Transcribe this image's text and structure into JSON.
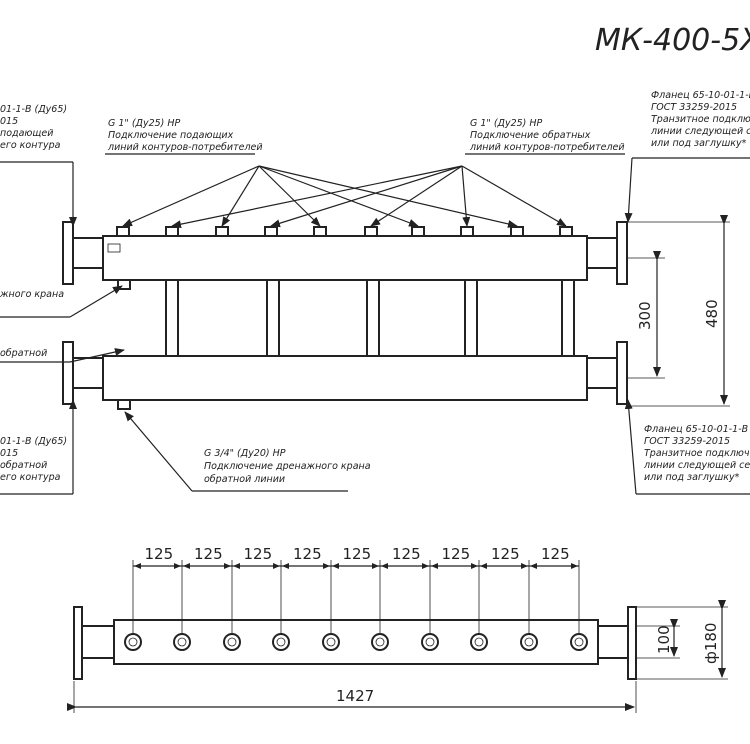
{
  "title": "МК-400-5Х",
  "notes": {
    "left_top": [
      "01-1-В (Ду65)",
      "015",
      "подающей",
      "его контура"
    ],
    "supply": [
      "G 1\" (Ду25) НР",
      "Подключение подающих",
      "линий контуров-потребителей"
    ],
    "return": [
      "G 1\" (Ду25) НР",
      "Подключение обратных",
      "линий контуров-потребителей"
    ],
    "right_top": [
      "Фланец 65-10-01-1-В (",
      "ГОСТ 33259-2015",
      "Транзитное подключе",
      "линии следующей секц",
      "или под заглушку*"
    ],
    "left_drain": "жного крана",
    "left_return_label": "обратной",
    "left_bottom": [
      "01-1-В (Ду65)",
      "015",
      "обратной",
      "его контура"
    ],
    "drain": [
      "G 3/4\" (Ду20) НР",
      "Подключение дренажного крана",
      "обратной линии"
    ],
    "right_bottom": [
      "Фланец 65-10-01-1-В (Д",
      "ГОСТ 33259-2015",
      "Транзитное подключе",
      "линии следующей секц",
      "или под заглушку*"
    ]
  },
  "dimensions": {
    "pitch": [
      "125",
      "125",
      "125",
      "125",
      "125",
      "125",
      "125",
      "125",
      "125"
    ],
    "total_length": "1427",
    "axis_distance": "300",
    "height": "480",
    "pipe_size": "100",
    "flange_diameter": "ф180"
  },
  "icons": {
    "arrow": "leader-arrow-icon",
    "port": "threaded-port-icon"
  }
}
